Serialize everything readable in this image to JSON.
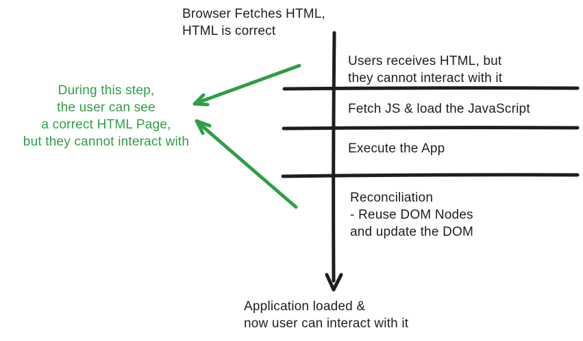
{
  "colors": {
    "ink": "#1e1e1e",
    "green": "#2f9e44",
    "background": "#ffffff"
  },
  "diagram": {
    "top_label": {
      "lines": [
        "Browser Fetches HTML,",
        "HTML is correct"
      ]
    },
    "steps": [
      {
        "lines": [
          "Users receives HTML, but",
          "they cannot interact with it"
        ]
      },
      {
        "lines": [
          "Fetch JS & load the JavaScript"
        ]
      },
      {
        "lines": [
          "Execute the App"
        ]
      },
      {
        "lines": [
          "Reconciliation",
          "- Reuse DOM Nodes",
          "and update the DOM"
        ]
      }
    ],
    "bottom_label": {
      "lines": [
        "Application loaded &",
        "now user can interact with it"
      ]
    },
    "side_note": {
      "lines": [
        "During this step,",
        "the user can see",
        "a correct HTML Page,",
        "but they cannot interact with"
      ]
    },
    "icons": {
      "timeline": "down-arrow-icon",
      "note_pointers": "left-arrow-icon"
    }
  }
}
